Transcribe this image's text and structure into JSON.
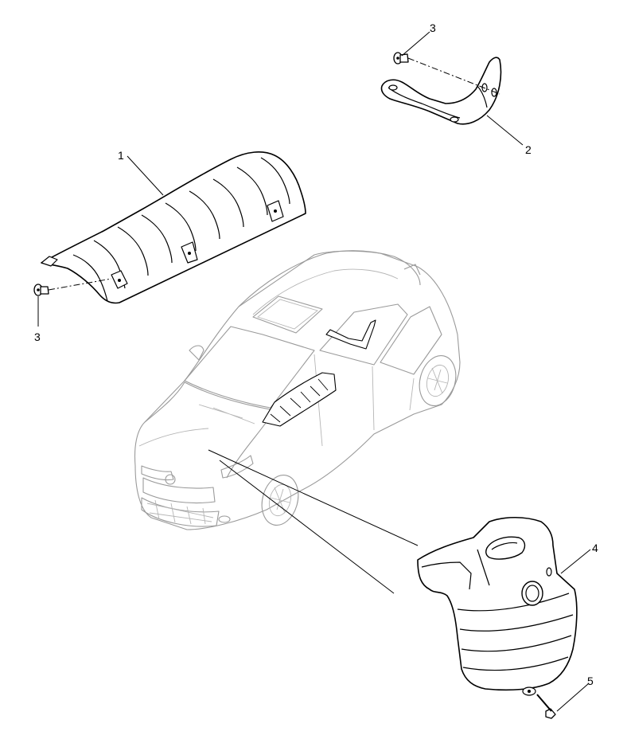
{
  "callouts": {
    "c1": "1",
    "c2": "2",
    "c3_top": "3",
    "c3_left": "3",
    "c4": "4",
    "c5": "5"
  },
  "colors": {
    "line": "#000000",
    "vehicle_outline": "#9a9a9a",
    "background": "#ffffff"
  },
  "icons": {
    "vehicle": "hatchback-car-outline",
    "fastener": "flange-nut-icon",
    "bolt": "bolt-icon"
  }
}
